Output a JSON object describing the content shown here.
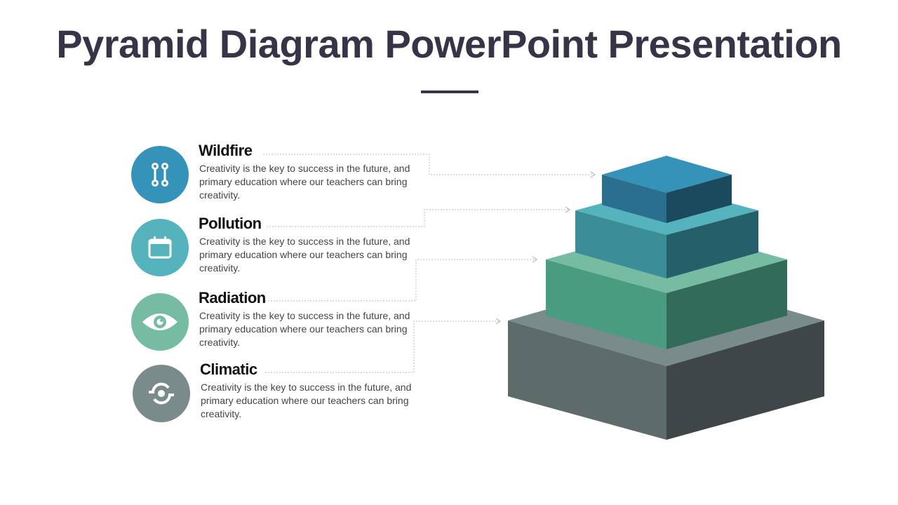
{
  "title": "Pyramid Diagram PowerPoint Presentation",
  "items": [
    {
      "heading": "Wildfire",
      "text": "Creativity is the key to success in the future, and primary education where our teachers can bring creativity.",
      "icon": "route-icon",
      "color": "#3592b9"
    },
    {
      "heading": "Pollution",
      "text": "Creativity is the key to success in the future, and primary education where our teachers can bring creativity.",
      "icon": "calendar-icon",
      "color": "#55b3be"
    },
    {
      "heading": "Radiation",
      "text": "Creativity is the key to success in the future, and primary education where our teachers can bring creativity.",
      "icon": "eye-icon",
      "color": "#75bca3"
    },
    {
      "heading": "Climatic",
      "text": "Creativity is the key to success in the future, and primary education where our teachers can bring creativity.",
      "icon": "sync-icon",
      "color": "#7a8b8b"
    }
  ],
  "pyramid_colors": {
    "tier1": {
      "top": "#3592b9",
      "left": "#2a6f8e",
      "right": "#1b495d"
    },
    "tier2": {
      "top": "#55b3be",
      "left": "#3b8e97",
      "right": "#255f69"
    },
    "tier3": {
      "top": "#75bca3",
      "left": "#4a9c80",
      "right": "#326b5a"
    },
    "tier4": {
      "top": "#7a8b8b",
      "left": "#5d6b6b",
      "right": "#3f4647"
    }
  }
}
